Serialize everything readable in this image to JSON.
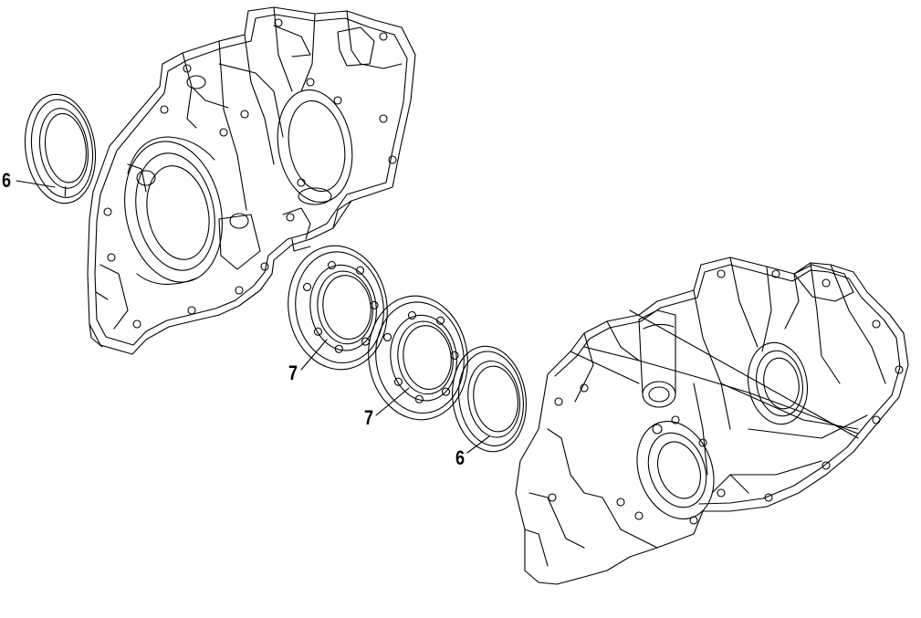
{
  "callouts": [
    {
      "id": "seal-left",
      "label": "6"
    },
    {
      "id": "bearing-upper",
      "label": "7"
    },
    {
      "id": "bearing-lower",
      "label": "7"
    },
    {
      "id": "seal-right",
      "label": "6"
    }
  ],
  "colors": {
    "line": "#000000",
    "background": "#ffffff"
  }
}
